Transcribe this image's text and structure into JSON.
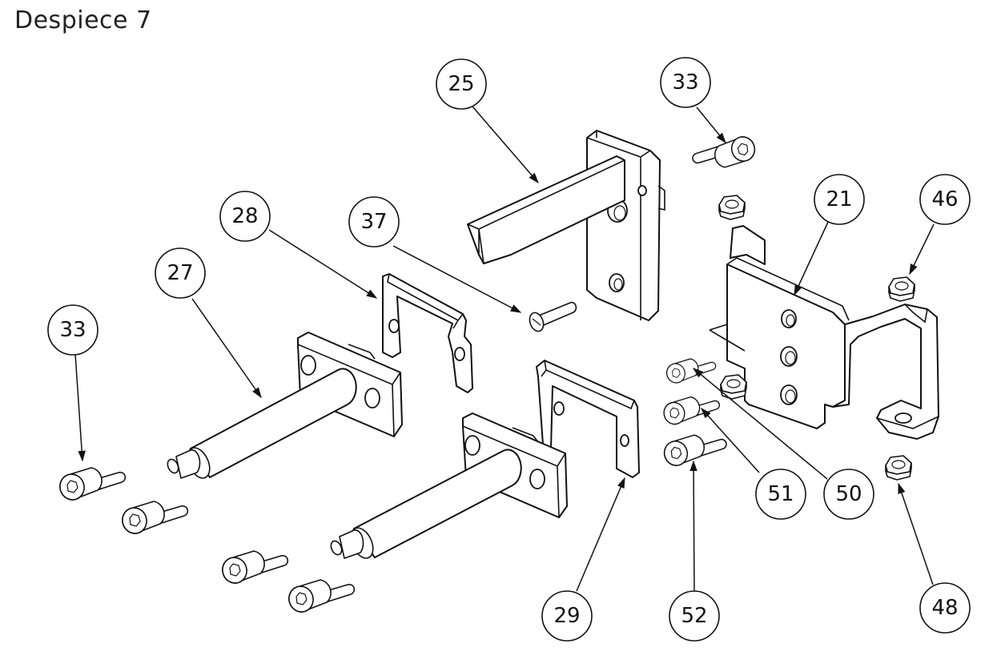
{
  "title": "Despiece 7",
  "balloons": [
    {
      "id": "b25",
      "label": "25"
    },
    {
      "id": "b33-top",
      "label": "33"
    },
    {
      "id": "b21",
      "label": "21"
    },
    {
      "id": "b46",
      "label": "46"
    },
    {
      "id": "b28",
      "label": "28"
    },
    {
      "id": "b37",
      "label": "37"
    },
    {
      "id": "b27",
      "label": "27"
    },
    {
      "id": "b33-left",
      "label": "33"
    },
    {
      "id": "b51",
      "label": "51"
    },
    {
      "id": "b50",
      "label": "50"
    },
    {
      "id": "b29",
      "label": "29"
    },
    {
      "id": "b52",
      "label": "52"
    },
    {
      "id": "b48",
      "label": "48"
    }
  ]
}
